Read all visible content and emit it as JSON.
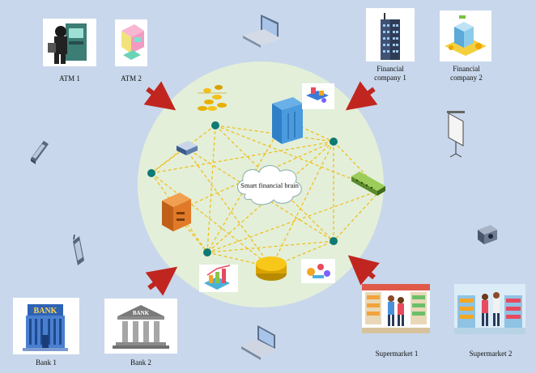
{
  "center": {
    "label": "Smart financial brain"
  },
  "nodes": {
    "atm1": {
      "label": "ATM 1"
    },
    "atm2": {
      "label": "ATM 2"
    },
    "fin1": {
      "label_line1": "Financial",
      "label_line2": "company 1"
    },
    "fin2": {
      "label_line1": "Financial",
      "label_line2": "company 2"
    },
    "bank1": {
      "label": "Bank 1",
      "sign": "BANK"
    },
    "bank2": {
      "label": "Bank 2",
      "sign": "BANK"
    },
    "super1": {
      "label": "Supermarket 1"
    },
    "super2": {
      "label": "Supermarket 2"
    }
  },
  "colors": {
    "background": "#c8d7eb",
    "circle": "#e3efd9",
    "network_line": "#f0c020",
    "network_node": "#0e7a73",
    "arrow": "#c0261f"
  },
  "icons": [
    "atm-icon",
    "vending-icon",
    "skyscraper-icon",
    "bank-building-icon",
    "coins-icon",
    "server-icon",
    "cloud-icon",
    "router-icon",
    "switch-icon",
    "desktop-computer-icon",
    "laptop-icon",
    "mobile-phone-icon",
    "projector-screen-icon",
    "camera-icon",
    "chart-icon",
    "disk-icon",
    "shopping-icon"
  ]
}
